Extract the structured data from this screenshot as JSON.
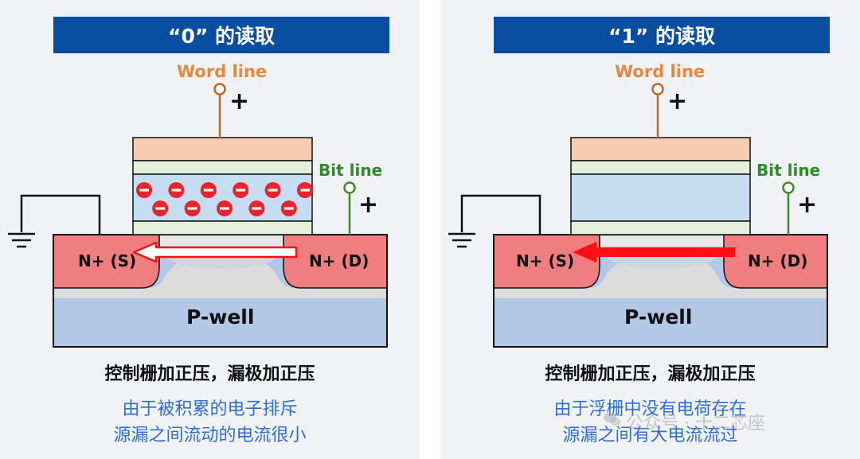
{
  "panels": [
    {
      "title": "“0” 的读取",
      "word_line_label": "Word line",
      "bit_line_label": "Bit line",
      "gate_sign": "+",
      "bit_sign": "+",
      "source_label": "N+ (S)",
      "drain_label": "N+ (D)",
      "well_label": "P-well",
      "condition": "控制栅加正压，漏极加正压",
      "result_line1": "由于被积累的电子排斥",
      "result_line2": "源漏之间流动的电流很小",
      "current": "small",
      "electrons": [
        {
          "col": 0,
          "row": 0
        },
        {
          "col": 1,
          "row": 0
        },
        {
          "col": 2,
          "row": 0
        },
        {
          "col": 3,
          "row": 0
        },
        {
          "col": 4,
          "row": 0
        },
        {
          "col": 5,
          "row": 0
        },
        {
          "col": 0.5,
          "row": 1
        },
        {
          "col": 1.5,
          "row": 1
        },
        {
          "col": 2.5,
          "row": 1
        },
        {
          "col": 3.5,
          "row": 1
        },
        {
          "col": 4.5,
          "row": 1
        }
      ]
    },
    {
      "title": "“1” 的读取",
      "word_line_label": "Word line",
      "bit_line_label": "Bit line",
      "gate_sign": "+",
      "bit_sign": "+",
      "source_label": "N+ (S)",
      "drain_label": "N+ (D)",
      "well_label": "P-well",
      "condition": "控制栅加正压，漏极加正压",
      "result_line1": "由于浮栅中没有电荷存在",
      "result_line2": "源漏之间有大电流流过",
      "current": "large",
      "electrons": []
    }
  ],
  "colors": {
    "title_bg": "#0a4ea2",
    "word_line": "#e8873f",
    "bit_line": "#2f8a2a",
    "result_text": "#2f6fd1",
    "n_region": "#f07e80",
    "electron": "#e8242c",
    "arrow": "#ff1010"
  },
  "watermark": "公众号 · 十二芯座"
}
